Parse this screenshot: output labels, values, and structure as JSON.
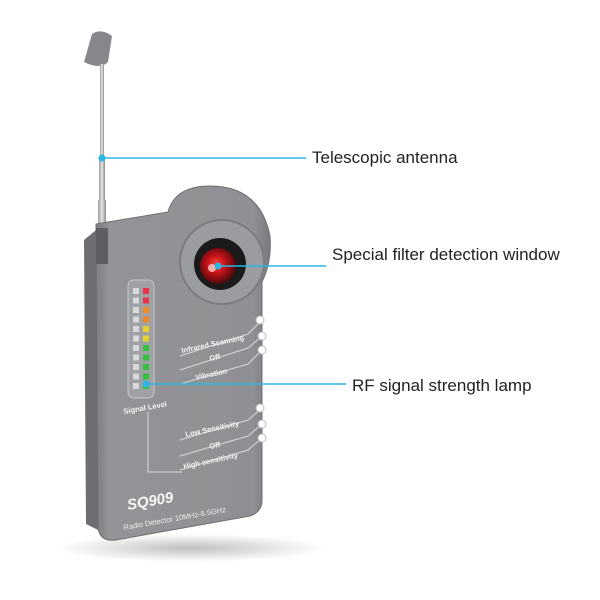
{
  "callouts": {
    "antenna": "Telescopic antenna",
    "filter_window": "Special filter detection window",
    "signal_lamp": "RF signal strength lamp"
  },
  "device": {
    "model": "SQ909",
    "subtitle": "Radio Detector 10MHz-8.5GHz",
    "signal_level": "Signal Level",
    "mode_switch": {
      "options": [
        "Infrared Scanning",
        "Off",
        "Vibration"
      ]
    },
    "sensitivity_switch": {
      "options": [
        "Low Sensitivity",
        "Off",
        "High sensitivity"
      ]
    }
  },
  "colors": {
    "body": "#8e8f92",
    "callout_line": "#2bb7e6",
    "lens": "#e0201f",
    "led_red": "#e8334a",
    "led_orange": "#f08a24",
    "led_yellow": "#e6d22a",
    "led_green": "#2fc23a"
  }
}
